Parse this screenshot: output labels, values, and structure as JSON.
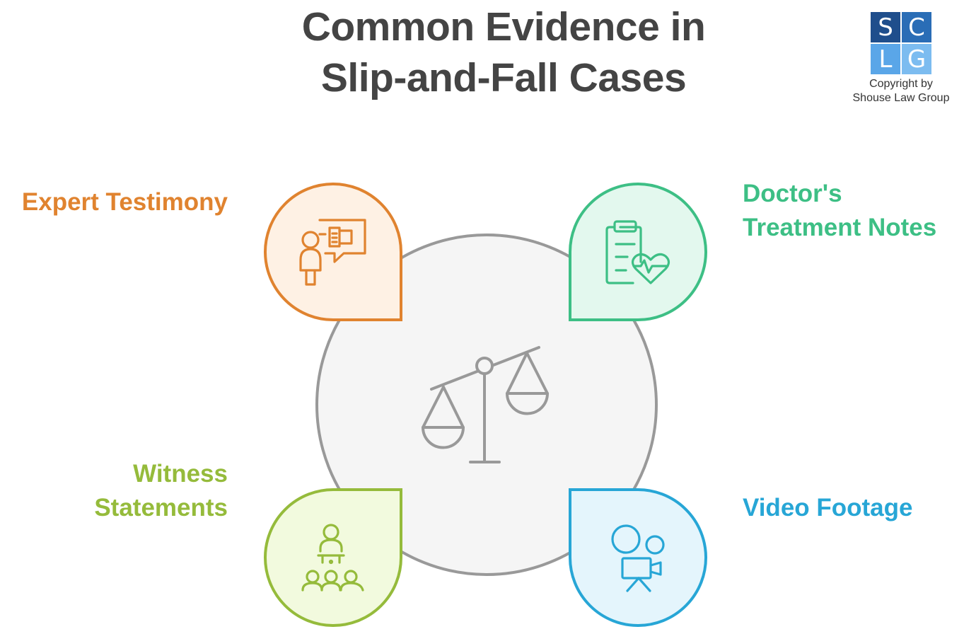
{
  "title": {
    "line1": "Common Evidence in",
    "line2": "Slip-and-Fall Cases"
  },
  "logo": {
    "letters": [
      "S",
      "C",
      "L",
      "G"
    ],
    "cell_colors": [
      "#1f4e8c",
      "#2a6db6",
      "#5aa6e8",
      "#7cbcf0"
    ],
    "caption_line1": "Copyright by",
    "caption_line2": "Shouse Law Group"
  },
  "center": {
    "icon": "scales-of-justice-icon",
    "fill": "#f5f5f5",
    "stroke": "#999999"
  },
  "items": [
    {
      "key": "expert",
      "label_lines": [
        "Expert Testimony"
      ],
      "icon": "presenter-board-icon",
      "color": "#e0832f",
      "fill": "#fef1e4"
    },
    {
      "key": "doctor",
      "label_lines": [
        "Doctor's",
        "Treatment Notes"
      ],
      "icon": "medical-clipboard-icon",
      "color": "#3dbf85",
      "fill": "#e3f8ee"
    },
    {
      "key": "witness",
      "label_lines": [
        "Witness",
        "Statements"
      ],
      "icon": "speaker-audience-icon",
      "color": "#95bb3b",
      "fill": "#f2fade"
    },
    {
      "key": "video",
      "label_lines": [
        "Video Footage"
      ],
      "icon": "video-camera-icon",
      "color": "#27a6d6",
      "fill": "#e4f5fc"
    }
  ]
}
